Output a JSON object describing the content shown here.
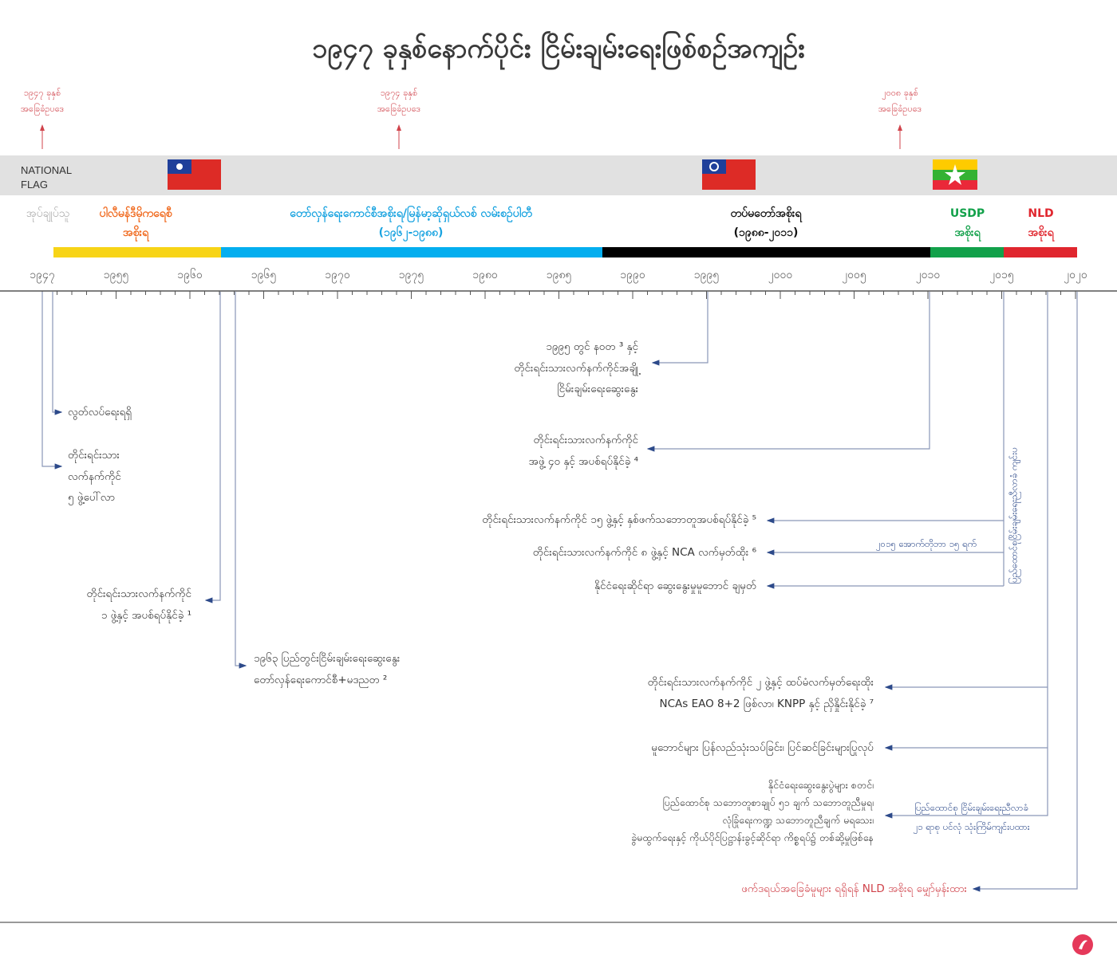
{
  "title": "၁၉၄၇ ခုနှစ်နောက်ပိုင်း ငြိမ်းချမ်းရေးဖြစ်စဉ်အကျဉ်း",
  "constitutions": [
    {
      "year": "၁၉၄၇ ခုနှစ်",
      "label": "အခြေခံဥပဒေ"
    },
    {
      "year": "၁၉၇၄ ခုနှစ်",
      "label": "အခြေခံဥပဒေ"
    },
    {
      "year": "၂၀၀၈ ခုနှစ်",
      "label": "အခြေခံဥပဒေ"
    }
  ],
  "flag_label": [
    "NATIONAL",
    "FLAG"
  ],
  "eras": [
    {
      "line1": "အုပ်ချုပ်သူ",
      "line2": "",
      "color": "#aaaaaa"
    },
    {
      "line1": "ပါလီမန်ဒီမိုကရေစီ",
      "line2": "အစိုးရ",
      "color": "#f06a1f"
    },
    {
      "line1": "တော်လှန်ရေးကောင်စီအစိုးရ/မြန်မာ့ဆိုရှယ်လစ် လမ်းစဉ်ပါတီ",
      "line2": "(၁၉၆၂-၁၉၈၈)",
      "color": "#19a3e0"
    },
    {
      "line1": "တပ်မတော်အစိုးရ",
      "line2": "(၁၉၈၈-၂၀၁၁)",
      "color": "#111111"
    },
    {
      "line1": "USDP",
      "line2": "အစိုးရ",
      "color": "#12a14a"
    },
    {
      "line1": "NLD",
      "line2": "အစိုးရ",
      "color": "#e0262e"
    }
  ],
  "segments": [
    "#f7d417",
    "#04aeef",
    "#000000",
    "#12a14a",
    "#e0262e"
  ],
  "years": [
    "၁၉၄၇",
    "၁၉၅၅",
    "၁၉၆၀",
    "၁၉၆၅",
    "၁၉၇၀",
    "၁၉၇၅",
    "၁၉၈၀",
    "၁၉၈၅",
    "၁၉၉၀",
    "၁၉၉၅",
    "၂၀၀၀",
    "၂၀၀၅",
    "၂၀၁၀",
    "၂၀၁၅",
    "၂၀၂၀"
  ],
  "events": {
    "e1": [
      "လွတ်လပ်ရေးရရှိ"
    ],
    "e2": [
      "တိုင်းရင်းသား",
      "လက်နက်ကိုင်",
      "၅ ဖွဲ့ပေါ်လာ"
    ],
    "e3": [
      "တိုင်းရင်းသားလက်နက်ကိုင်",
      "၁ ဖွဲ့နှင့် အပစ်ရပ်နိုင်ခဲ့ ¹"
    ],
    "e4": [
      "၁၉၆၃ ပြည်တွင်းငြိမ်းချမ်းရေးဆွေးနွေး",
      "တော်လှန်ရေးကောင်စီ+မဒညတ ²"
    ],
    "e5": [
      "၁၉၉၅ တွင် နဝတ ³ နှင့်",
      "တိုင်းရင်းသားလက်နက်ကိုင်အချို့",
      "ငြိမ်းချမ်းရေးဆွေးနွေး"
    ],
    "e6": [
      "တိုင်းရင်းသားလက်နက်ကိုင်",
      "အဖွဲ့ ၄၀ နှင့် အပစ်ရပ်နိုင်ခဲ့ ⁴"
    ],
    "e7": [
      "တိုင်းရင်းသားလက်နက်ကိုင် ၁၅ ဖွဲ့နှင့် နှစ်ဖက်သဘောတူအပစ်ရပ်နိုင်ခဲ့ ⁵"
    ],
    "e8": [
      "တိုင်းရင်းသားလက်နက်ကိုင် ၈ ဖွဲ့နှင့် NCA လက်မှတ်ထိုး ⁶"
    ],
    "e9": [
      "နိုင်ငံရေးဆိုင်ရာ ဆွေးနွေးမှုမူဘောင် ချမှတ်"
    ],
    "e10": [
      "တိုင်းရင်းသားလက်နက်ကိုင် ၂ ဖွဲ့နှင့် ထပ်မံလက်မှတ်ရေးထိုး",
      "NCAs EAO 8+2 ဖြစ်လာ၊ KNPP နှင့် ညှိနှိုင်းနိုင်ခဲ့ ⁷"
    ],
    "e11": [
      "မူဘောင်များ ပြန်လည်သုံးသပ်ခြင်း၊ ပြင်ဆင်ခြင်းများပြုလုပ်"
    ],
    "e12": [
      "နိုင်ငံရေးဆွေးနွေးပွဲများ စတင်၊",
      "ပြည်ထောင်စု သဘောတူစာချုပ် ၅၁ ချက် သဘောတူညီမှုရ၊",
      "လုံခြုံရေးကဏ္ဍ သဘောတူညီချက် မရသေး၊",
      "ခွဲမထွက်ရေးနှင့် ကိုယ်ပိုင်ပြဋ္ဌာန်းခွင့်ဆိုင်ရာ ကိစ္စရပ်၌ တစ်ဆို့မှုဖြစ်နေ"
    ],
    "e13": [
      "ဖက်ဒရယ်အခြေခံမူများ ရရှိရန် NLD အစိုးရ မျှော်မှန်းထား"
    ]
  },
  "notes": {
    "conference_vertical": "ပြည်ထောင်စုငြိမ်းချမ်းရေးညီလာခံ ကျင်းပ",
    "date_2015": "၂၀၁၅ အောက်တိုဘာ ၁၅ ရက်",
    "conference_21": [
      "ပြည်ထောင်စု ငြိမ်းချမ်းရေးညီလာခံ",
      "၂၁ ရာစု ပင်လုံ သုံးကြိမ်ကျင်းပထား"
    ]
  }
}
